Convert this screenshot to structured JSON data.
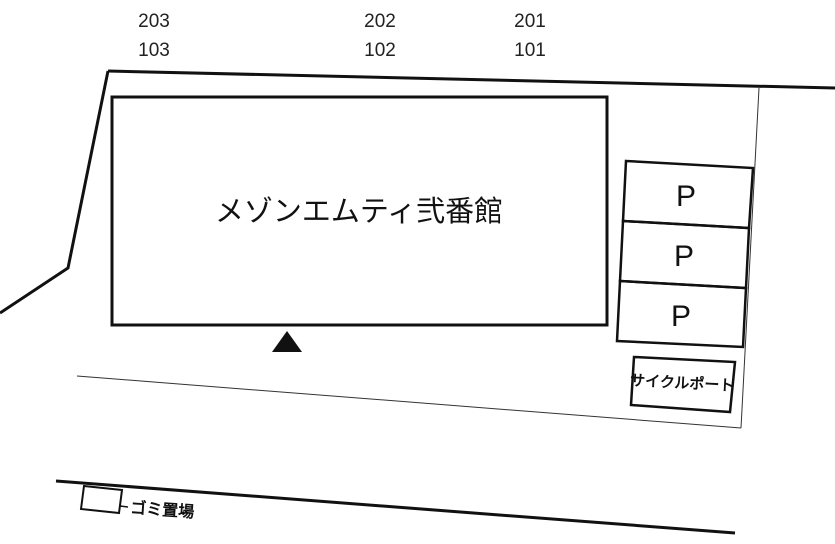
{
  "rooms": {
    "col1_upper": "203",
    "col1_lower": "103",
    "col2_upper": "202",
    "col2_lower": "102",
    "col3_upper": "201",
    "col3_lower": "101"
  },
  "building": {
    "name": "メゾンエムティ弐番館"
  },
  "parking": {
    "label_1": "P",
    "label_2": "P",
    "label_3": "P"
  },
  "cycle_port": {
    "label": "サイクルポート"
  },
  "garbage": {
    "label": "ゴミ置場"
  }
}
